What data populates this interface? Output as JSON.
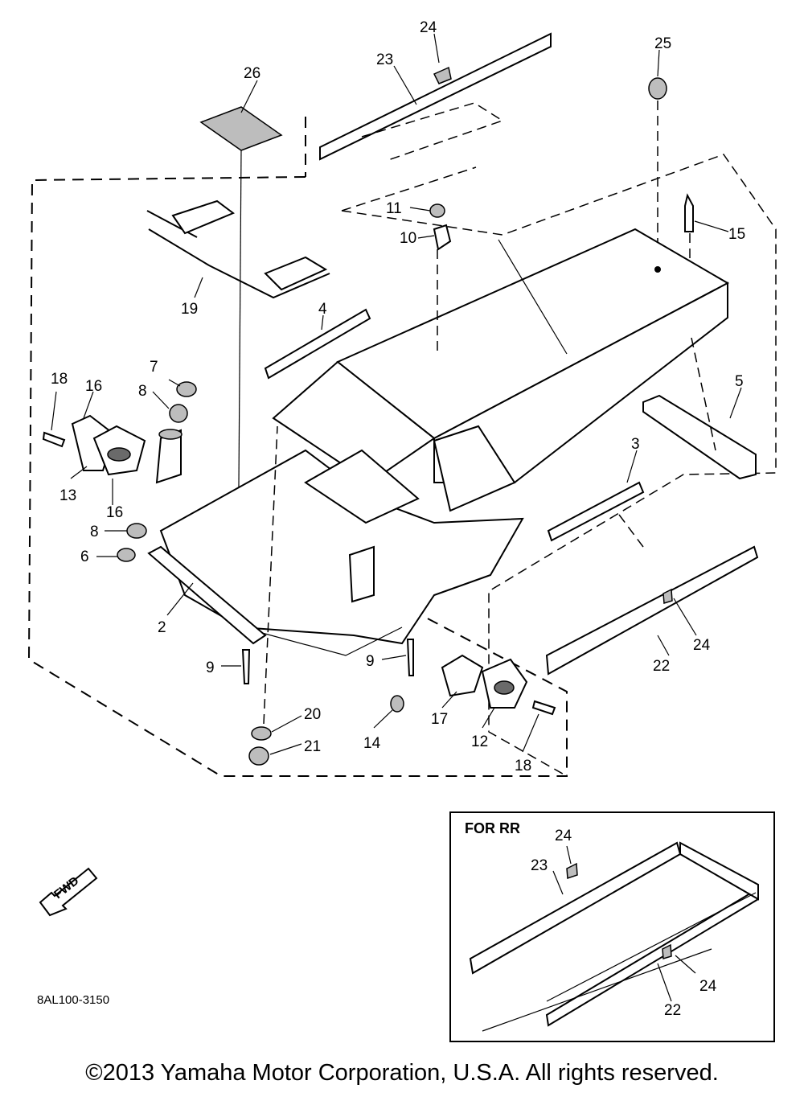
{
  "callouts": {
    "c2": "2",
    "c3": "3",
    "c4": "4",
    "c5": "5",
    "c6": "6",
    "c7": "7",
    "c8a": "8",
    "c8b": "8",
    "c9a": "9",
    "c9b": "9",
    "c10": "10",
    "c11": "11",
    "c12": "12",
    "c13": "13",
    "c14": "14",
    "c15": "15",
    "c16a": "16",
    "c16b": "16",
    "c17": "17",
    "c18a": "18",
    "c18b": "18",
    "c19": "19",
    "c20": "20",
    "c21": "21",
    "c22": "22",
    "c23": "23",
    "c24a": "24",
    "c24b": "24",
    "c25": "25",
    "c26": "26"
  },
  "inset": {
    "title": "FOR RR",
    "c22": "22",
    "c23": "23",
    "c24a": "24",
    "c24b": "24"
  },
  "fwd_label": "FWD",
  "diagram_code": "8AL100-3150",
  "copyright": "©2013 Yamaha Motor Corporation, U.S.A. All rights reserved."
}
